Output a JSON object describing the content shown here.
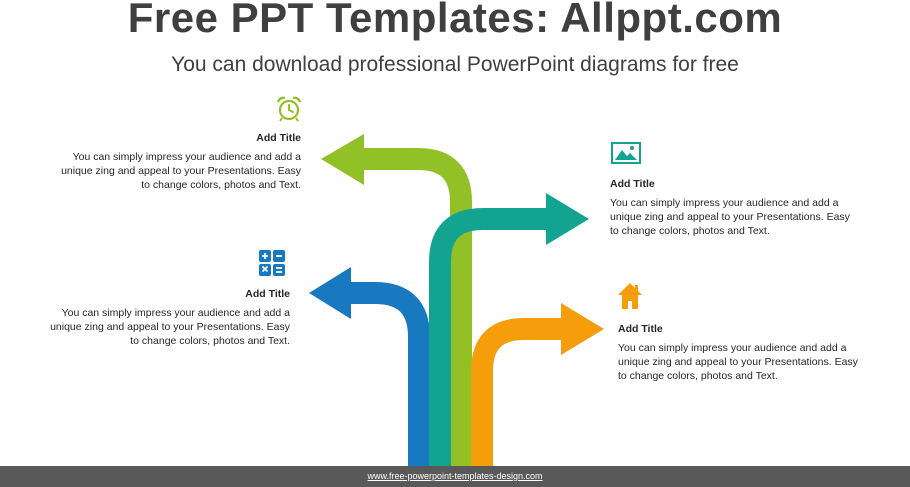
{
  "header": {
    "title": "Free PPT Templates: Allppt.com",
    "subtitle": "You can download professional PowerPoint diagrams for free"
  },
  "items": [
    {
      "title": "Add Title",
      "body": "You can simply impress your audience and add a unique zing and appeal to your Presentations. Easy to change colors, photos and Text.",
      "icon": "alarm-clock-icon",
      "color": "#92c027"
    },
    {
      "title": "Add Title",
      "body": "You can simply impress your audience and add a unique zing and appeal to your Presentations. Easy to change colors, photos and Text.",
      "icon": "image-icon",
      "color": "#12a391"
    },
    {
      "title": "Add Title",
      "body": "You can simply impress your audience and add a unique zing and appeal to your Presentations. Easy to change colors, photos and Text.",
      "icon": "calculator-icon",
      "color": "#1878c0"
    },
    {
      "title": "Add Title",
      "body": "You can simply impress your audience and add a unique zing and appeal to your Presentations. Easy to change colors, photos and Text.",
      "icon": "home-icon",
      "color": "#f59d0a"
    }
  ],
  "footer": {
    "url": "www.free-powerpoint-templates-design.com"
  }
}
